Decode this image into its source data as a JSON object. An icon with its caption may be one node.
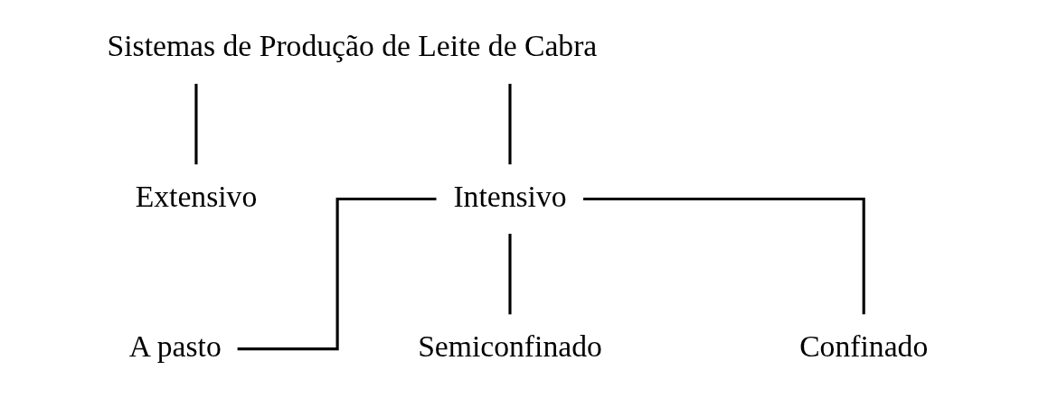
{
  "diagram": {
    "nodes": [
      {
        "text": [
          "Sistemas de Produção de Leite de Cabra"
        ]
      },
      {
        "text": [
          "Extensivo"
        ]
      },
      {
        "text": [
          "Intensivo"
        ]
      },
      {
        "text": [
          "A pasto"
        ]
      },
      {
        "text": [
          "Semiconfinado"
        ]
      },
      {
        "text": [
          "Confinado"
        ]
      }
    ],
    "edges": [
      {
        "from": 0,
        "to": 1,
        "arrow": "none"
      },
      {
        "from": 0,
        "to": 2,
        "arrow": "none"
      },
      {
        "from": 2,
        "to": 3,
        "arrow": "none"
      },
      {
        "from": 2,
        "to": 4,
        "arrow": "none"
      },
      {
        "from": 2,
        "to": 5,
        "arrow": "none"
      }
    ]
  }
}
